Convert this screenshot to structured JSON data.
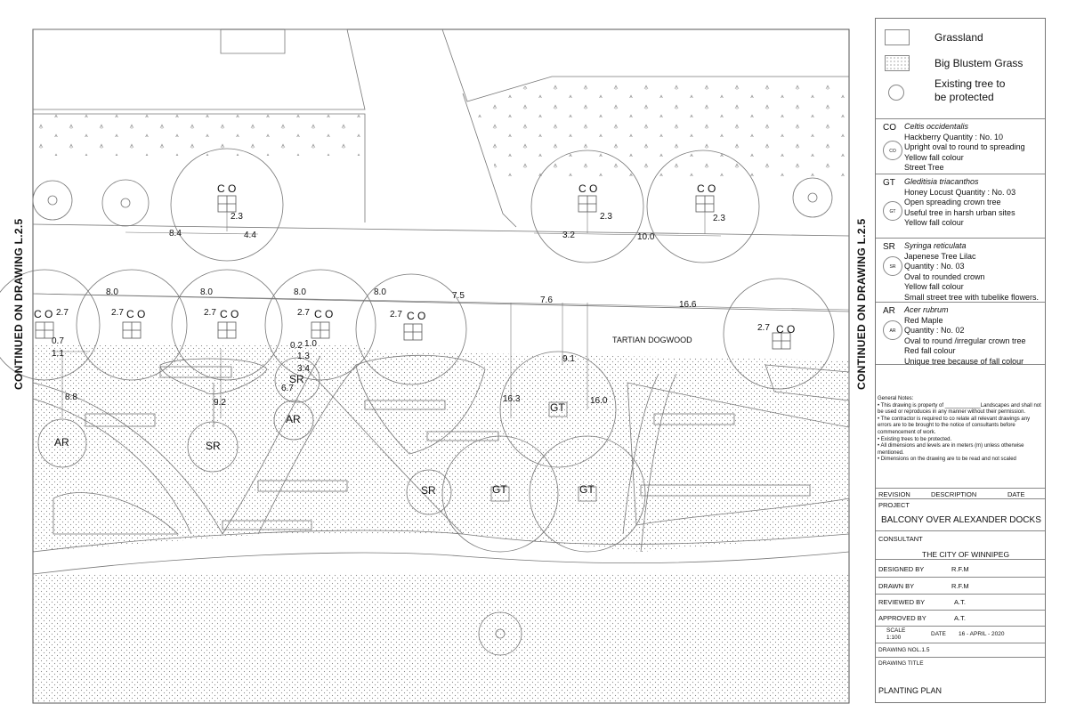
{
  "side_labels": {
    "left": "CONTINUED ON DRAWING L.2.5",
    "right": "CONTINUED ON DRAWING L.2.5"
  },
  "legend": [
    {
      "label": "Grassland",
      "symbol": "grassland-symbol"
    },
    {
      "label": "Big Blustem Grass",
      "symbol": "dotted-hatch-symbol"
    },
    {
      "label": "Existing tree to be protected",
      "line1": "Existing tree to",
      "line2": "be protected",
      "symbol": "circle-symbol"
    }
  ],
  "species": [
    {
      "code": "CO",
      "sym": "CO",
      "lines": [
        "Celtis occidentalis",
        "Hackberry             Quantity : No. 10",
        "Upright oval to round to spreading",
        "Yellow fall colour",
        "Street Tree"
      ]
    },
    {
      "code": "GT",
      "sym": "GT",
      "lines": [
        "Gleditisia triacanthos",
        "Honey Locust      Quantity : No. 03",
        "Open spreading crown tree",
        "Useful tree in harsh urban sites",
        "Yellow fall colour"
      ]
    },
    {
      "code": "SR",
      "sym": "SR",
      "lines": [
        "Syringa reticulata",
        "Japenese Tree Lilac",
        "Quantity : No. 03",
        "Oval to rounded crown",
        "Yellow fall colour",
        "Small street tree with tubelike flowers."
      ]
    },
    {
      "code": "AR",
      "sym": "AR",
      "lines": [
        "Acer  rubrum",
        "Red Maple",
        "Quantity : No. 02",
        "Oval to round /irregular crown tree",
        "Red fall colour",
        "Unique tree because of fall colour"
      ]
    }
  ],
  "notes": {
    "title": "General Notes:",
    "items": [
      "This drawing is property of ____________Landscapes and shall not be used or reproduces in any manner without their permission.",
      "The contractor is required to co relate all relevant drawings any errors are to be brought to the notice of consultants before commencement of work.",
      "Existing trees to be protected.",
      "All dimensions and levels are in meters (m) unless otherwise mentioned.",
      "Dimensions on the drawing are to be read and not scaled"
    ]
  },
  "title_block": {
    "revision": "REVISION",
    "description": "DESCRIPTION",
    "date_head": "DATE",
    "project_label": "PROJECT",
    "project": "BALCONY OVER ALEXANDER DOCKS",
    "consultant_label": "CONSULTANT",
    "consultant": "THE CITY OF WINNIPEG",
    "designed_label": "DESIGNED BY",
    "designed": "R.F.M",
    "drawn_label": "DRAWN  BY",
    "drawn": "R.F.M",
    "reviewed_label": "REVIEWED BY",
    "reviewed": "A.T.",
    "approved_label": "APPROVED BY",
    "approved": "A.T.",
    "scale_label": "SCALE",
    "scale": "1:100",
    "date_label": "DATE",
    "date": "16 - APRIL - 2020",
    "drawing_no_label": "DRAWING NO.",
    "drawing_no": "L.1.5",
    "drawing_title_label": "DRAWING TITLE",
    "drawing_title": "PLANTING PLAN"
  },
  "plan_labels": {
    "co": "C O",
    "gt": "GT",
    "sr": "SR",
    "ar": "AR",
    "tartian": "TARTIAN DOGWOOD"
  },
  "dimensions": {
    "d_8_4": "8.4",
    "d_4_4": "4.4",
    "d_2_3": "2.3",
    "d_3_2": "3.2",
    "d_10_0": "10.0",
    "d_8_0": "8.0",
    "d_7_5": "7.5",
    "d_7_6": "7.6",
    "d_16_6": "16.6",
    "d_2_7": "2.7",
    "d_0_7": "0.7",
    "d_1_1": "1.1",
    "d_0_2": "0.2",
    "d_1_0": "1.0",
    "d_1_3": "1.3",
    "d_3_4": "3.4",
    "d_6_7": "6.7",
    "d_8_8": "8.8",
    "d_9_2": "9.2",
    "d_9_1": "9.1",
    "d_16_3": "16.3",
    "d_16_0": "16.0"
  }
}
